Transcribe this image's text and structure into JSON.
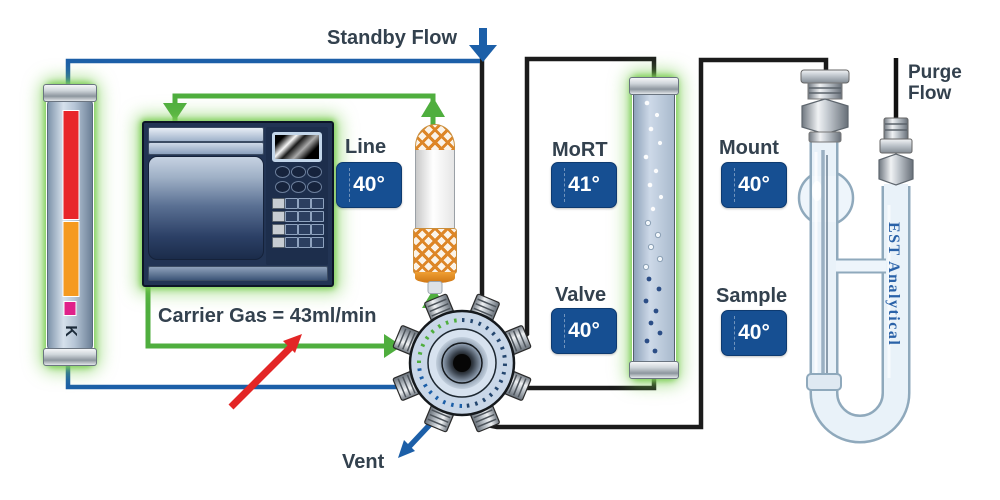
{
  "labels": {
    "standby_flow": "Standby Flow",
    "carrier_gas": "Carrier Gas = 43ml/min",
    "vent": "Vent",
    "purge_flow": "Purge Flow",
    "k_trap": "K",
    "sparger_brand": "EST Analytical"
  },
  "badges": {
    "line": {
      "label": "Line",
      "value": "40°"
    },
    "mort": {
      "label": "MoRT",
      "value": "41°"
    },
    "valve": {
      "label": "Valve",
      "value": "40°"
    },
    "mount": {
      "label": "Mount",
      "value": "40°"
    },
    "sample": {
      "label": "Sample",
      "value": "40°"
    }
  },
  "colors": {
    "flow_green": "#4fae3e",
    "flow_blue": "#1c5fa8",
    "tubing_black": "#1b1b1b",
    "pointer_red": "#e32626",
    "badge_blue": "#164f92",
    "label_text": "#33414e",
    "glow_green": "#7ccd54",
    "brand_blue": "#2a62a8"
  }
}
